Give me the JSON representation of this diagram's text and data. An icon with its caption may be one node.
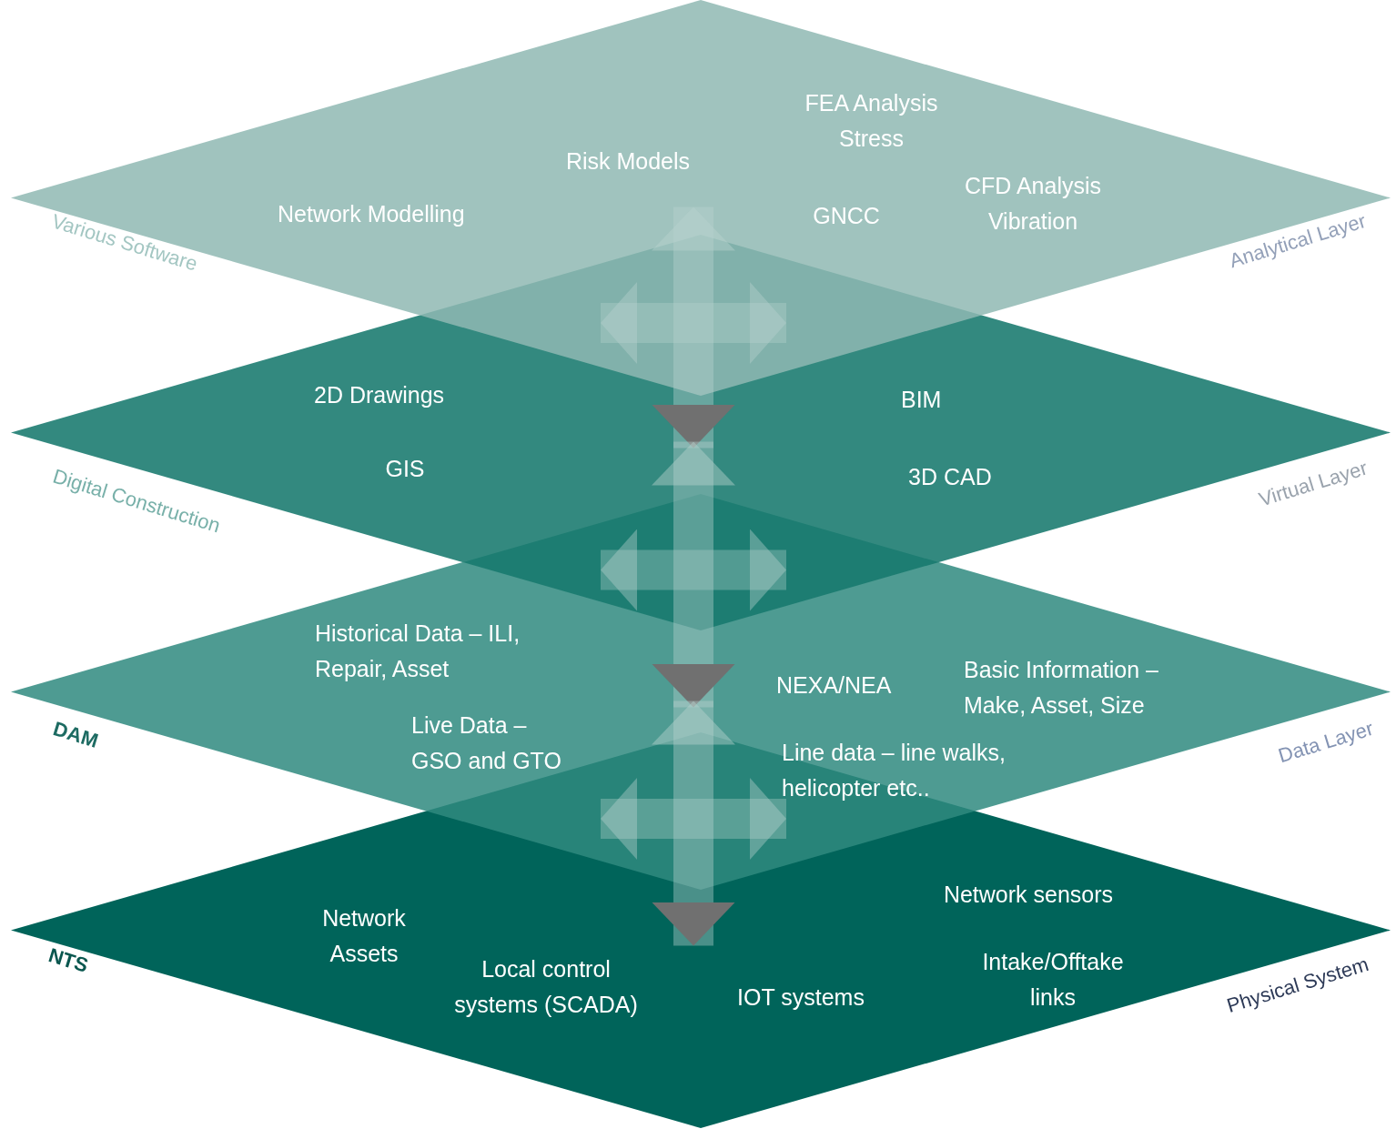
{
  "diagram": {
    "nodes": [
      {
        "text": [
          "Risk Models",
          "FEA Analysis Stress",
          "Network Modelling",
          "GNCC",
          "CFD Analysis Vibration"
        ],
        "beside": [
          "Various Software",
          "Analytical Layer"
        ]
      },
      {
        "text": [
          "2D Drawings",
          "BIM",
          "GIS",
          "3D CAD"
        ],
        "beside": [
          "Digital Construction",
          "Virtual Layer"
        ]
      },
      {
        "text": [
          "Historical Data – ILI, Repair, Asset",
          "NEXA/NEA",
          "Basic Information – Make, Asset, Size",
          "Live Data – GSO and GTO",
          "Line data – line walks, helicopter etc.."
        ],
        "beside": [
          "DAM",
          "Data Layer"
        ]
      },
      {
        "text": [
          "Network Assets",
          "Network sensors",
          "Local control systems (SCADA)",
          "IOT systems",
          "Intake/Offtake links"
        ],
        "beside": [
          "NTS",
          "Physical System"
        ]
      }
    ],
    "edges": [
      {
        "from": 0,
        "to": 1,
        "arrow": "both"
      },
      {
        "from": 1,
        "to": 2,
        "arrow": "both"
      },
      {
        "from": 2,
        "to": 3,
        "arrow": "both"
      }
    ]
  }
}
